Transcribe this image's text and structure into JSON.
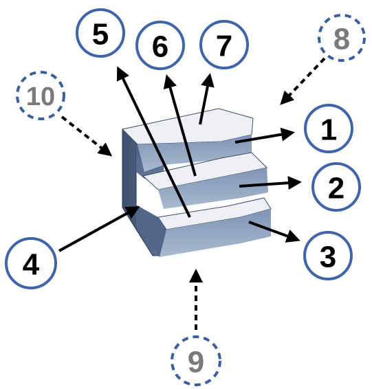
{
  "colors": {
    "circle_solid": "#3f64a8",
    "circle_dashed": "#3a5f9e",
    "label_solid": "#000000",
    "label_dashed": "#7a7a7a",
    "arrow": "#000000",
    "stair_face_dark": "#5f7494",
    "stair_face_light": "#9fb0c8",
    "stair_edge": "#27385a",
    "tread": "#eef0f6"
  },
  "labels": {
    "l1": "1",
    "l2": "2",
    "l3": "3",
    "l4": "4",
    "l5": "5",
    "l6": "6",
    "l7": "7",
    "l8": "8",
    "l9": "9",
    "l10": "10"
  }
}
